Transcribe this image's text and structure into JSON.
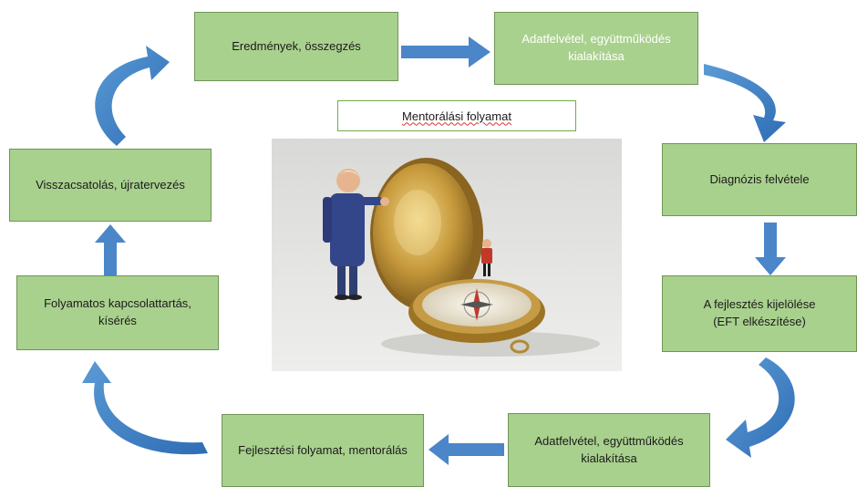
{
  "diagram": {
    "title": "Mentorálási folyamat",
    "nodes": {
      "eredmenyek": "Eredmények, összegzés",
      "adatfelvetel_top": "Adatfelvétel, együttműködés\nkialakítása",
      "diagnozis": "Diagnózis felvétele",
      "fejlesztes_kijelolese": "A fejlesztés kijelölése\n(EFT elkészítése)",
      "adatfelvetel_bottom": "Adatfelvétel, együttműködés\nkialakítása",
      "fejlesztesi_folyamat": "Fejlesztési folyamat, mentorálás",
      "kapcsolattartas": "Folyamatos kapcsolattartás,\nkísérés",
      "visszacsatolas": "Visszacsatolás, újratervezés"
    },
    "colors": {
      "node_fill": "#a9d18e",
      "node_border": "#6f9456",
      "arrow": "#4a86c8",
      "title_border": "#70ad47"
    }
  }
}
